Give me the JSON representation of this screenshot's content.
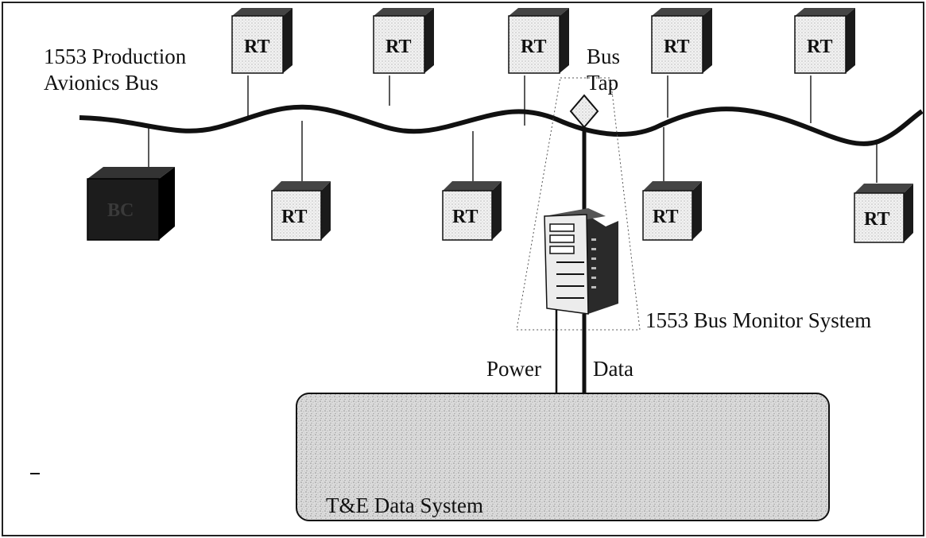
{
  "bus": {
    "title_line1": "1553 Production",
    "title_line2": "Avionics Bus"
  },
  "tap": {
    "label_line1": "Bus",
    "label_line2": "Tap"
  },
  "remote_terminal_label": "RT",
  "bus_controller_label": "BC",
  "monitor": {
    "label": "1553 Bus Monitor System"
  },
  "links": {
    "power_label": "Power",
    "data_label": "Data"
  },
  "data_system": {
    "label": "T&E Data System"
  }
}
